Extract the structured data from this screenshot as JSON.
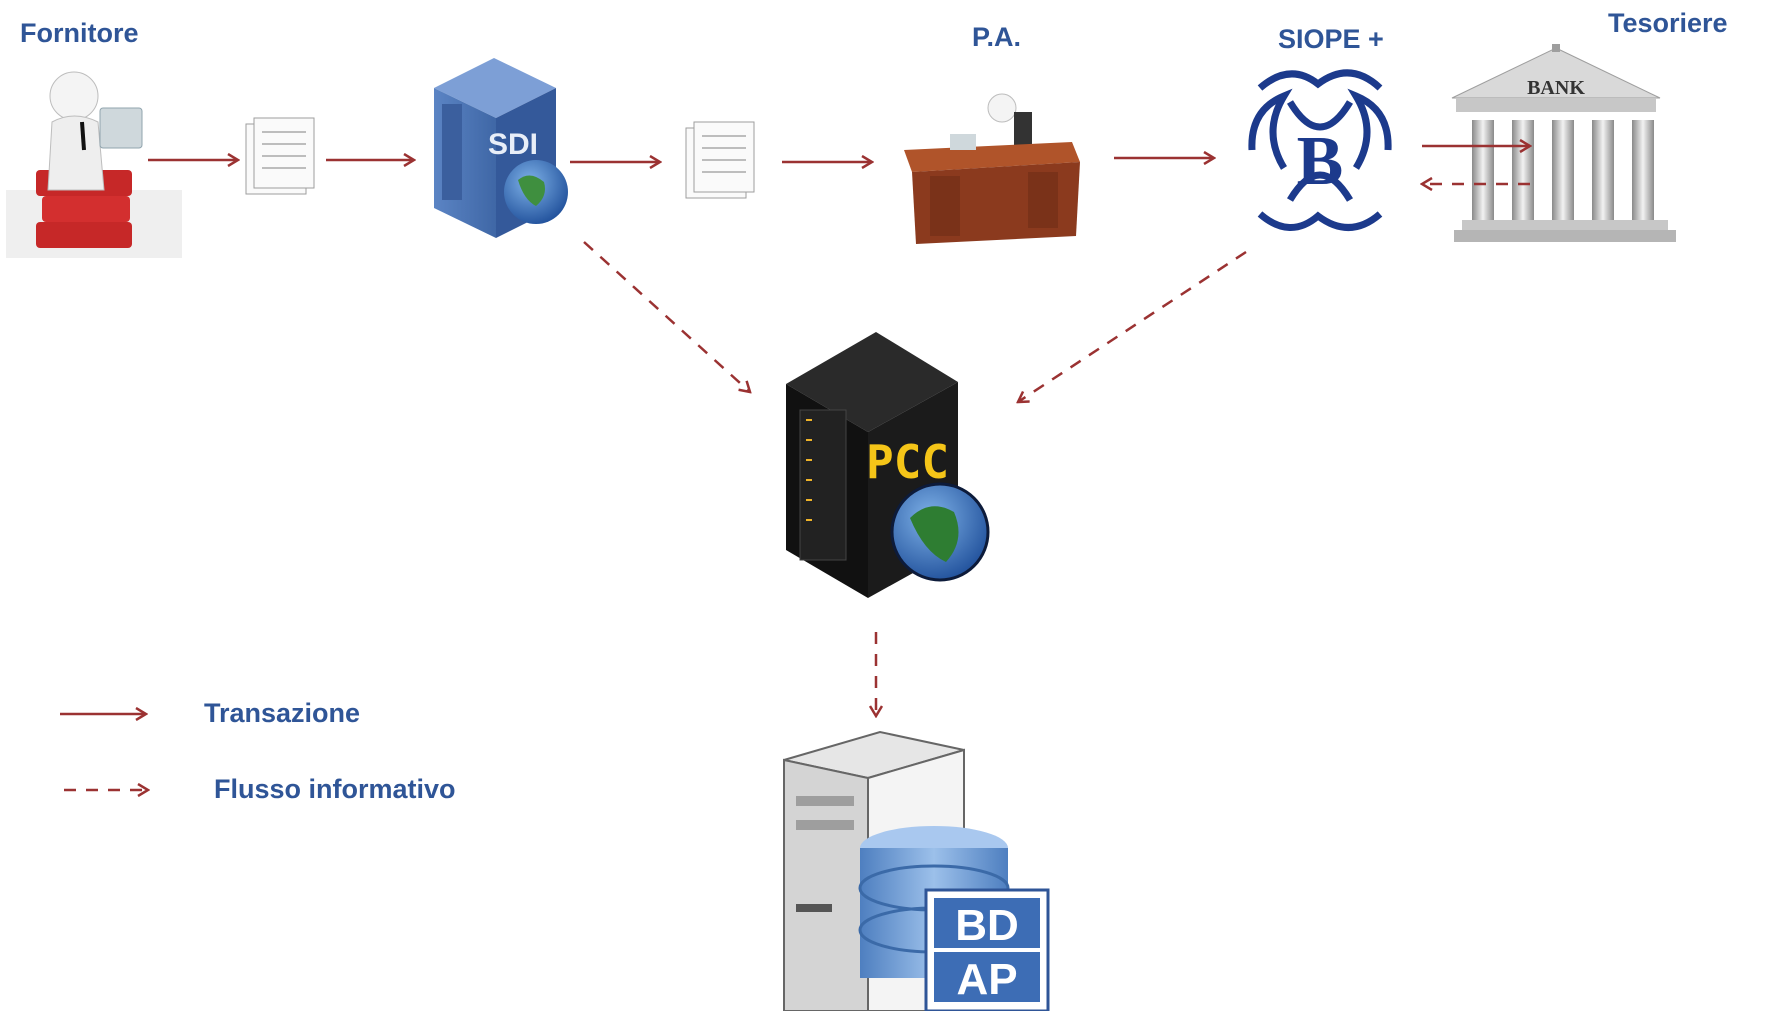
{
  "actors": {
    "fornitore": "Fornitore",
    "pa": "P.A.",
    "siope": "SIOPE +",
    "tesoriere": "Tesoriere"
  },
  "nodes": {
    "sdi": "SDI",
    "pcc": "PCC",
    "bank": "BANK",
    "bdap_top": "BD",
    "bdap_bottom": "AP"
  },
  "legend": {
    "transaction": "Transazione",
    "info_flow": "Flusso informativo"
  },
  "colors": {
    "label": "#2f5597",
    "arrow": "#9b3232",
    "sdi_server": "#4a72b0",
    "pcc_text": "#f5c518",
    "bank_logo": "#1c3a8c"
  }
}
